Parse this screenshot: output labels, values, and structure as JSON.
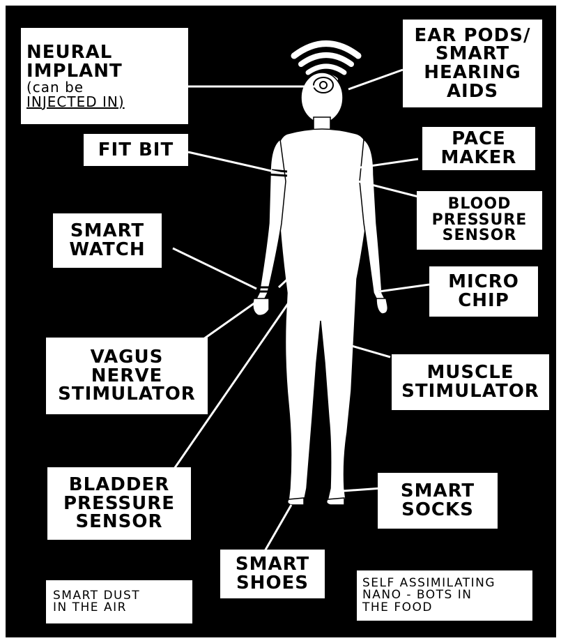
{
  "diagram": {
    "background": "#000000",
    "labels": {
      "neural_implant": [
        "NEURAL",
        "IMPLANT",
        "(can be",
        "INJECTED IN)"
      ],
      "ear_pods": [
        "EAR PODS/",
        "SMART",
        "HEARING",
        "AIDS"
      ],
      "fit_bit": [
        "FIT BIT"
      ],
      "pacemaker": [
        "PACE",
        "MAKER"
      ],
      "blood_pressure": [
        "BLOOD",
        "PRESSURE",
        "SENSOR"
      ],
      "smart_watch": [
        "SMART",
        "WATCH"
      ],
      "micro_chip": [
        "MICRO",
        "CHIP"
      ],
      "vagus_nerve": [
        "VAGUS",
        "NERVE",
        "STIMULATOR"
      ],
      "muscle_stimulator": [
        "MUSCLE",
        "STIMULATOR"
      ],
      "bladder": [
        "BLADDER",
        "PRESSURE",
        "SENSOR"
      ],
      "smart_socks": [
        "SMART",
        "SOCKS"
      ],
      "smart_shoes": [
        "SMART",
        "SHOES"
      ],
      "smart_dust": [
        "SMART DUST",
        "IN THE AIR"
      ],
      "nano_bots": [
        "SELF ASSIMILATING",
        "NANO - BOTS IN",
        "THE FOOD"
      ]
    }
  }
}
